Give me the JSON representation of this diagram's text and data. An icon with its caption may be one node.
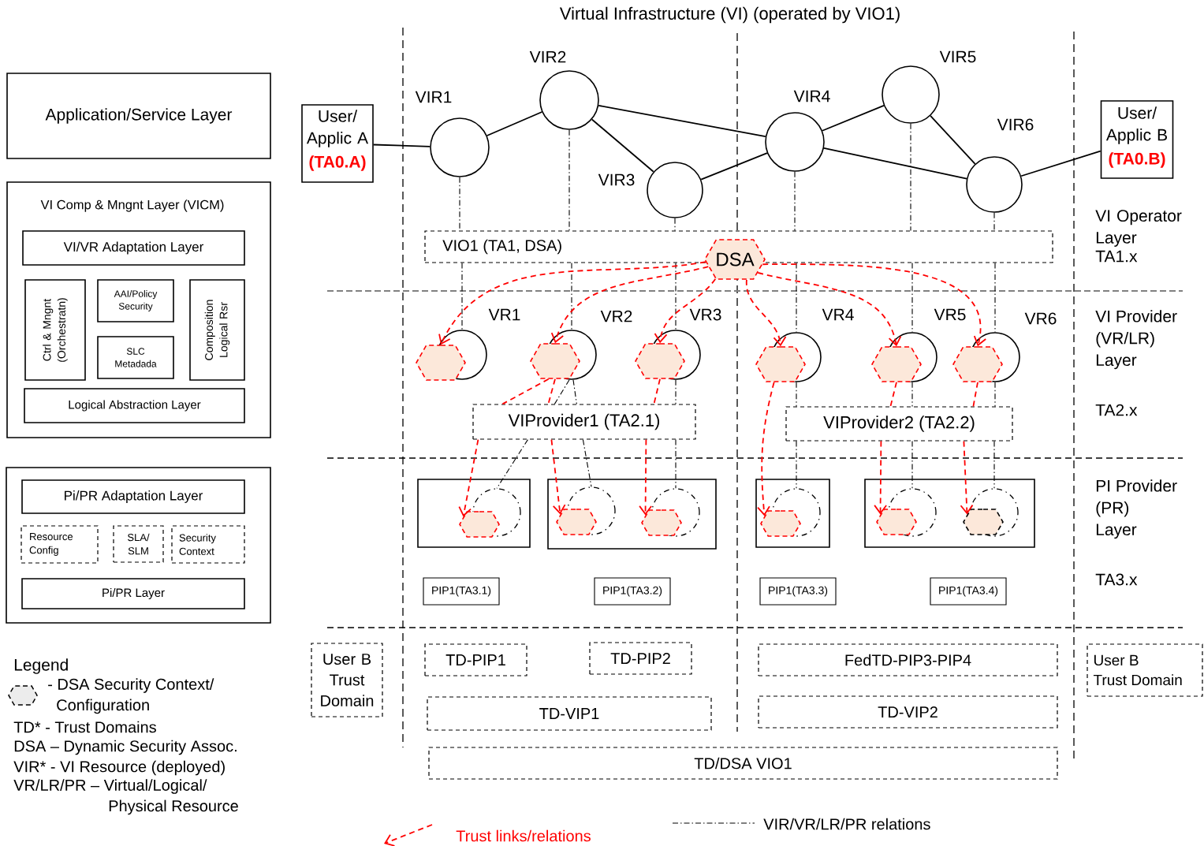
{
  "diagram": {
    "title": "Virtual Infrastructure (VI) (operated by VIO1)",
    "nodes": [
      {
        "text": [
          "Application/Service Layer"
        ]
      },
      {
        "text": [
          "VI Comp & Mngnt Layer (VICM)"
        ]
      },
      {
        "text": [
          "VI/VR Adaptation Layer"
        ],
        "in": 1
      },
      {
        "text": [
          "Ctrl & Mngnt (Orchestratn)"
        ],
        "in": 1
      },
      {
        "text": [
          "AAI/Policy Security"
        ],
        "in": 1
      },
      {
        "text": [
          "SLC Metadada"
        ],
        "in": 1
      },
      {
        "text": [
          "Composition Logical Rsr"
        ],
        "in": 1
      },
      {
        "text": [
          "Logical Abstraction Layer"
        ],
        "in": 1
      },
      {
        "text": [],
        "shape": "box"
      },
      {
        "text": [
          "Pi/PR Adaptation Layer"
        ],
        "in": 8
      },
      {
        "text": [
          "Resource Config"
        ],
        "in": 8
      },
      {
        "text": [
          "SLA/ SLM"
        ],
        "in": 8
      },
      {
        "text": [
          "Security Context"
        ],
        "in": 8
      },
      {
        "text": [
          "Pi/PR Layer"
        ],
        "in": 8
      },
      {
        "text": [
          "User/ Applic A",
          "(TA0.A)"
        ]
      },
      {
        "text": [],
        "shape": "circle",
        "beside": [
          "VIR1"
        ]
      },
      {
        "text": [],
        "shape": "circle",
        "beside": [
          "VIR2"
        ]
      },
      {
        "text": [],
        "shape": "circle",
        "beside": [
          "VIR3"
        ]
      },
      {
        "text": [],
        "shape": "circle",
        "beside": [
          "VIR4"
        ]
      },
      {
        "text": [],
        "shape": "circle",
        "beside": [
          "VIR5"
        ]
      },
      {
        "text": [],
        "shape": "circle",
        "beside": [
          "VIR6"
        ]
      },
      {
        "text": [
          "User/ Applic B",
          "(TA0.B)"
        ]
      },
      {
        "text": [
          "VIO1 (TA1, DSA)"
        ]
      },
      {
        "text": [
          "DSA"
        ]
      },
      {
        "text": [],
        "shape": "circle",
        "beside": [
          "VR1"
        ]
      },
      {
        "text": [],
        "shape": "circle",
        "beside": [
          "VR2"
        ]
      },
      {
        "text": [],
        "shape": "circle",
        "beside": [
          "VR3"
        ]
      },
      {
        "text": [],
        "shape": "circle",
        "beside": [
          "VR4"
        ]
      },
      {
        "text": [],
        "shape": "circle",
        "beside": [
          "VR5"
        ]
      },
      {
        "text": [],
        "shape": "circle",
        "beside": [
          "VR6"
        ]
      },
      {
        "text": [],
        "shape": "hexagon"
      },
      {
        "text": [],
        "shape": "hexagon"
      },
      {
        "text": [],
        "shape": "hexagon"
      },
      {
        "text": [],
        "shape": "hexagon"
      },
      {
        "text": [],
        "shape": "hexagon"
      },
      {
        "text": [],
        "shape": "hexagon"
      },
      {
        "text": [
          "VIProvider1 (TA2.1)"
        ]
      },
      {
        "text": [
          "VIProvider2 (TA2.2)"
        ]
      },
      {
        "text": [],
        "shape": "box"
      },
      {
        "text": [],
        "shape": "box"
      },
      {
        "text": [],
        "shape": "box"
      },
      {
        "text": [],
        "shape": "box"
      },
      {
        "text": [],
        "shape": "circle",
        "in": 38
      },
      {
        "text": [],
        "shape": "circle",
        "in": 39
      },
      {
        "text": [],
        "shape": "circle",
        "in": 39
      },
      {
        "text": [],
        "shape": "circle",
        "in": 40
      },
      {
        "text": [],
        "shape": "circle",
        "in": 41
      },
      {
        "text": [],
        "shape": "circle",
        "in": 41
      },
      {
        "text": [],
        "shape": "hexagon",
        "in": 38
      },
      {
        "text": [],
        "shape": "hexagon",
        "in": 39
      },
      {
        "text": [],
        "shape": "hexagon",
        "in": 39
      },
      {
        "text": [],
        "shape": "hexagon",
        "in": 40
      },
      {
        "text": [],
        "shape": "hexagon",
        "in": 41
      },
      {
        "text": [],
        "shape": "hexagon",
        "in": 41
      },
      {
        "text": [
          "PIP1(TA3.1)"
        ]
      },
      {
        "text": [
          "PIP1(TA3.2)"
        ]
      },
      {
        "text": [
          "PIP1(TA3.3)"
        ]
      },
      {
        "text": [
          "PIP1(TA3.4)"
        ]
      },
      {
        "text": [
          "User B Trust Domain"
        ]
      },
      {
        "text": [
          "TD-PIP1"
        ]
      },
      {
        "text": [
          "TD-PIP2"
        ]
      },
      {
        "text": [
          "FedTD-PIP3-PIP4"
        ]
      },
      {
        "text": [
          "User B Trust Domain"
        ]
      },
      {
        "text": [
          "TD-VIP1"
        ]
      },
      {
        "text": [
          "TD-VIP2"
        ]
      },
      {
        "text": [
          "TD/DSA VIO1"
        ]
      }
    ],
    "edges": [
      {
        "from": 14,
        "to": 15,
        "arrow": "none"
      },
      {
        "from": 15,
        "to": 16,
        "arrow": "none"
      },
      {
        "from": 16,
        "to": 18,
        "arrow": "none"
      },
      {
        "from": 16,
        "to": 17,
        "arrow": "none"
      },
      {
        "from": 17,
        "to": 18,
        "arrow": "none"
      },
      {
        "from": 18,
        "to": 19,
        "arrow": "none"
      },
      {
        "from": 18,
        "to": 20,
        "arrow": "none"
      },
      {
        "from": 19,
        "to": 20,
        "arrow": "none"
      },
      {
        "from": 20,
        "to": 21,
        "arrow": "none"
      },
      {
        "from": 15,
        "to": 22,
        "arrow": "none",
        "style": "dashed"
      },
      {
        "from": 16,
        "to": 22,
        "arrow": "none",
        "style": "dashed"
      },
      {
        "from": 17,
        "to": 22,
        "arrow": "none",
        "style": "dashed"
      },
      {
        "from": 18,
        "to": 22,
        "arrow": "none",
        "style": "dashed"
      },
      {
        "from": 19,
        "to": 22,
        "arrow": "none",
        "style": "dashed"
      },
      {
        "from": 20,
        "to": 22,
        "arrow": "none",
        "style": "dashed"
      },
      {
        "from": 22,
        "to": 24,
        "arrow": "none",
        "style": "dashed"
      },
      {
        "from": 22,
        "to": 25,
        "arrow": "none",
        "style": "dashed"
      },
      {
        "from": 22,
        "to": 26,
        "arrow": "none",
        "style": "dashed"
      },
      {
        "from": 22,
        "to": 27,
        "arrow": "none",
        "style": "dashed"
      },
      {
        "from": 22,
        "to": 28,
        "arrow": "none",
        "style": "dashed"
      },
      {
        "from": 22,
        "to": 29,
        "arrow": "none",
        "style": "dashed"
      },
      {
        "from": 23,
        "to": 30,
        "arrow": "to",
        "style": "dashed",
        "color": "#ff0000"
      },
      {
        "from": 23,
        "to": 31,
        "arrow": "to",
        "style": "dashed",
        "color": "#ff0000"
      },
      {
        "from": 23,
        "to": 32,
        "arrow": "to",
        "style": "dashed",
        "color": "#ff0000"
      },
      {
        "from": 23,
        "to": 33,
        "arrow": "to",
        "style": "dashed",
        "color": "#ff0000"
      },
      {
        "from": 23,
        "to": 34,
        "arrow": "to",
        "style": "dashed",
        "color": "#ff0000"
      },
      {
        "from": 23,
        "to": 35,
        "arrow": "to",
        "style": "dashed",
        "color": "#ff0000"
      },
      {
        "from": 25,
        "to": 36,
        "arrow": "none",
        "style": "dashed"
      },
      {
        "from": 25,
        "to": 36,
        "arrow": "none",
        "style": "dashed"
      },
      {
        "from": 26,
        "to": 36,
        "arrow": "none",
        "style": "dashed"
      },
      {
        "from": 27,
        "to": 37,
        "arrow": "none",
        "style": "dashed"
      },
      {
        "from": 28,
        "to": 37,
        "arrow": "none",
        "style": "dashed"
      },
      {
        "from": 29,
        "to": 37,
        "arrow": "none",
        "style": "dashed"
      },
      {
        "from": 31,
        "to": 36,
        "arrow": "none",
        "style": "dashed",
        "color": "#ff0000"
      },
      {
        "from": 31,
        "to": 36,
        "arrow": "none",
        "style": "dashed",
        "color": "#ff0000"
      },
      {
        "from": 32,
        "to": 36,
        "arrow": "none",
        "style": "dashed",
        "color": "#ff0000"
      },
      {
        "from": 34,
        "to": 37,
        "arrow": "none",
        "style": "dashed",
        "color": "#ff0000"
      },
      {
        "from": 35,
        "to": 37,
        "arrow": "none",
        "style": "dashed",
        "color": "#ff0000"
      },
      {
        "from": 36,
        "to": 42,
        "arrow": "none",
        "style": "dashed"
      },
      {
        "from": 36,
        "to": 43,
        "arrow": "none",
        "style": "dashed"
      },
      {
        "from": 36,
        "to": 44,
        "arrow": "none",
        "style": "dashed"
      },
      {
        "from": 37,
        "to": 45,
        "arrow": "none",
        "style": "dashed"
      },
      {
        "from": 37,
        "to": 46,
        "arrow": "none",
        "style": "dashed"
      },
      {
        "from": 37,
        "to": 47,
        "arrow": "none",
        "style": "dashed"
      },
      {
        "from": 36,
        "to": 48,
        "arrow": "to",
        "style": "dashed",
        "color": "#ff0000"
      },
      {
        "from": 36,
        "to": 49,
        "arrow": "to",
        "style": "dashed",
        "color": "#ff0000"
      },
      {
        "from": 36,
        "to": 50,
        "arrow": "to",
        "style": "dashed",
        "color": "#ff0000"
      },
      {
        "from": 33,
        "to": 51,
        "arrow": "to",
        "style": "dashed",
        "color": "#ff0000"
      },
      {
        "from": 37,
        "to": 52,
        "arrow": "to",
        "style": "dashed",
        "color": "#ff0000"
      },
      {
        "from": 37,
        "to": 53,
        "arrow": "to",
        "style": "dashed",
        "color": "#ff0000"
      }
    ],
    "labels": [
      "VI Operator Layer",
      "TA1.x",
      "VI Provider (VR/LR) Layer",
      "TA2.x",
      "PI Provider (PR) Layer",
      "TA3.x",
      "Legend",
      "TD* - Trust Domains",
      "DSA – Dynamic Security Assoc.",
      "VIR* - VI Resource (deployed)",
      "VR/LR/PR – Virtual/Logical/ Physical Resource"
    ],
    "legend": [
      {
        "text": "- DSA Security Context/ Configuration"
      },
      {
        "text": "Trust links/relations"
      },
      {
        "text": "VIR/VR/LR/PR relations"
      }
    ]
  }
}
